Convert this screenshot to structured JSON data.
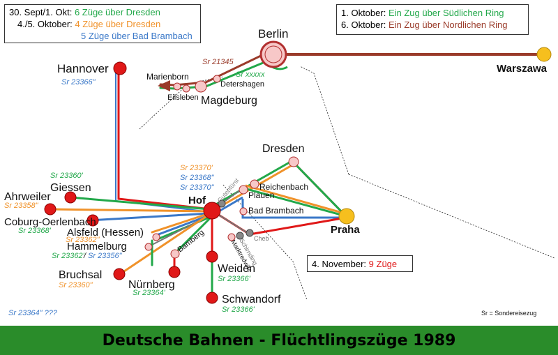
{
  "colors": {
    "green": "#22a84a",
    "orange": "#f0922a",
    "blue": "#3a78c8",
    "red": "#e01818",
    "darkred": "#9a3b2a",
    "footer": "#2a8c2a"
  },
  "legend_left": {
    "rows": [
      {
        "prefix": "30. Sept/1. Okt:",
        "text": "6 Züge über Dresden",
        "color": "green"
      },
      {
        "prefix": "4./5. Oktober:",
        "text": "4 Züge über Dresden",
        "color": "orange"
      },
      {
        "prefix": "",
        "text": "5 Züge über Bad Brambach",
        "color": "blue"
      }
    ]
  },
  "legend_right": {
    "rows": [
      {
        "prefix": "1. Oktober:",
        "text": "Ein Zug über Südlichen Ring",
        "color": "green"
      },
      {
        "prefix": "6. Oktober:",
        "text": "Ein Zug über  Nordlichen Ring",
        "color": "darkred"
      }
    ]
  },
  "november": {
    "prefix": "4. November:",
    "text": "9 Züge",
    "color": "red"
  },
  "note": "Sr = Sondereisezug",
  "footer_title": "Deutsche Bahnen - Flüchtlingszüge 1989",
  "stations": {
    "berlin": "Berlin",
    "warszawa": "Warszawa",
    "marienborn": "Marienborn",
    "eilsleben": "Eilsleben",
    "magdeburg": "Magdeburg",
    "detershagen": "Detershagen",
    "hannover": "Hannover",
    "dresden": "Dresden",
    "hof": "Hof",
    "praha": "Praha",
    "giessen": "Giessen",
    "ahrweiler": "Ahrweiler",
    "coburg": "Coburg-Oerlenbach",
    "alsfeld": "Alsfeld (Hessen)",
    "hammelburg": "Hammelburg",
    "bruchsal": "Bruchsal",
    "nurnberg": "Nürnberg",
    "weiden": "Weiden",
    "schwandorf": "Schwandorf",
    "bamberg": "Bamberg",
    "reichenbach": "Reichenbach",
    "plauen": "Plauen",
    "bad_brambach": "Bad Brambach",
    "gutenfurst": "Gutenfürst",
    "cheb": "Cheb",
    "schirnding": "Schirnding",
    "marktredwitz": "Marktredwitz"
  },
  "train_labels": {
    "sr21345": "Sr 21345",
    "srxxxxx": "Sr xxxxx",
    "sr23366_hannover": "Sr 23366\"",
    "sr23370p": "Sr 23370'",
    "sr23368pp": "Sr 23368\"",
    "sr23370pp": "Sr 23370\"",
    "sr23360p": "Sr 23360'",
    "sr23358pp": "Sr 23358\"",
    "sr23368p": "Sr 23368'",
    "sr23362pp": "Sr 23362\"",
    "sr23362p": "Sr 23362'",
    "slash": "/",
    "sr23356pp": "Sr 23356\"",
    "sr23360pp": "Sr 23360\"",
    "sr23364p": "Sr 23364'",
    "sr23366p_weiden": "Sr 23366'",
    "sr23366p_schwandorf": "Sr 23366'",
    "sr23364pp": "Sr 23364\" ???"
  }
}
